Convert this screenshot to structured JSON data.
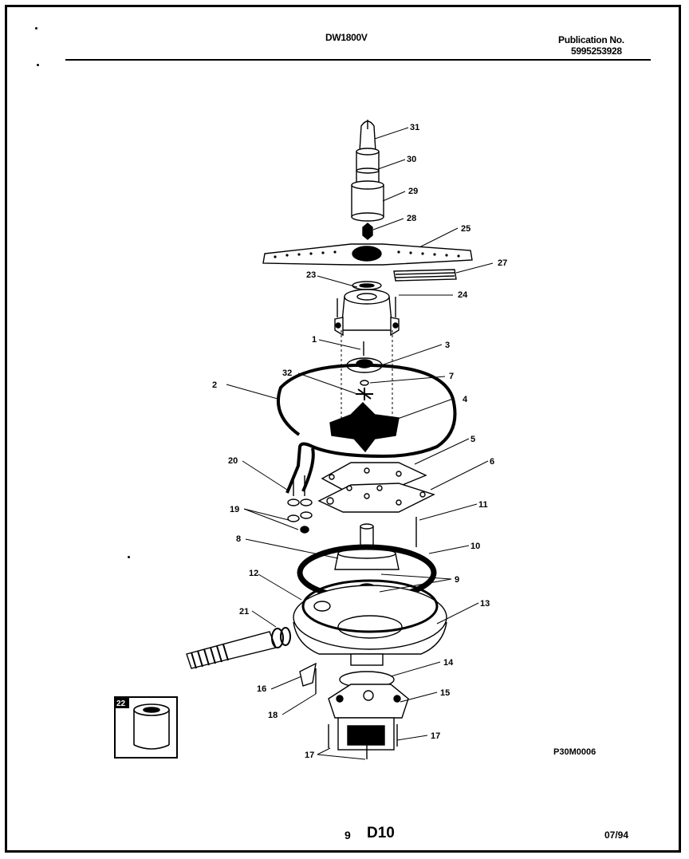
{
  "header": {
    "model": "DW1800V",
    "publication_label": "Publication No.",
    "publication_number": "5995253928"
  },
  "diagram": {
    "code": "P30M0006",
    "callouts": [
      "31",
      "30",
      "29",
      "28",
      "25",
      "27",
      "23",
      "24",
      "1",
      "3",
      "32",
      "7",
      "2",
      "4",
      "5",
      "6",
      "20",
      "11",
      "19",
      "8",
      "10",
      "9",
      "12",
      "21",
      "13",
      "14",
      "16",
      "15",
      "18",
      "17",
      "17",
      "22"
    ]
  },
  "footer": {
    "page_number": "9",
    "section": "D10",
    "date": "07/94"
  }
}
